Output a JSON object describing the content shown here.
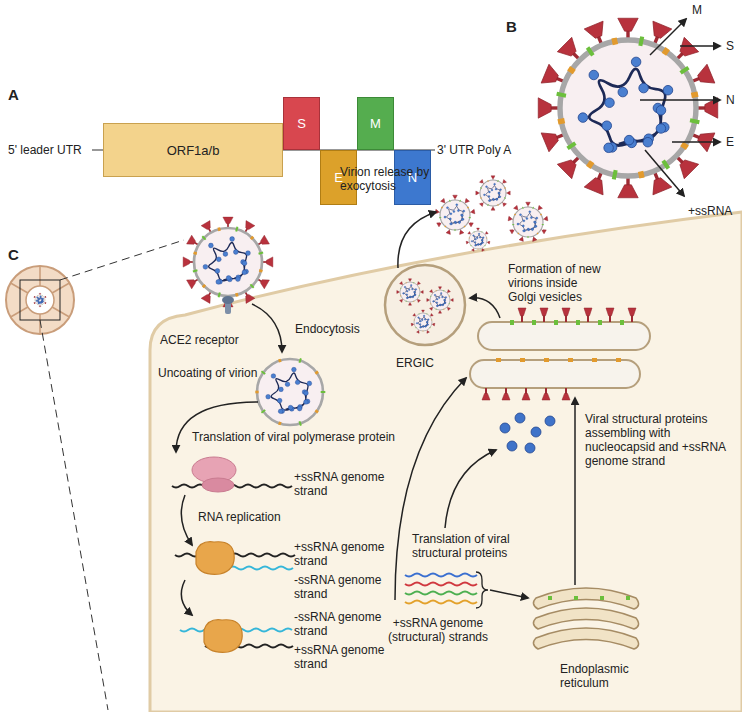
{
  "diagram": {
    "nodes": [
      {
        "text": [
          "ORF1a/b"
        ]
      },
      {
        "text": [
          "S"
        ]
      },
      {
        "text": [
          "E"
        ]
      },
      {
        "text": [
          "M"
        ]
      },
      {
        "text": [
          "N"
        ]
      }
    ],
    "labels": [
      "A",
      "5' leader UTR",
      "3' UTR Poly A",
      "B",
      "M",
      "S",
      "N",
      "E",
      "+ssRNA",
      "C",
      "ACE2 receptor",
      "Endocytosis",
      "Uncoating of virion",
      "Translation of viral polymerase protein",
      "+ssRNA genome strand",
      "RNA replication",
      "+ssRNA genome strand",
      "-ssRNA genome strand",
      "-ssRNA genome strand",
      "+ssRNA genome strand",
      "Translation of viral structural proteins",
      "+ssRNA genome (structural) strands",
      "Endoplasmic reticulum",
      "ERGIC",
      "Viral structural proteins assembling with nucleocapsid and +ssRNA genome strand",
      "Formation of new virions inside Golgi vesicles",
      "Virion release by exocytosis"
    ]
  }
}
